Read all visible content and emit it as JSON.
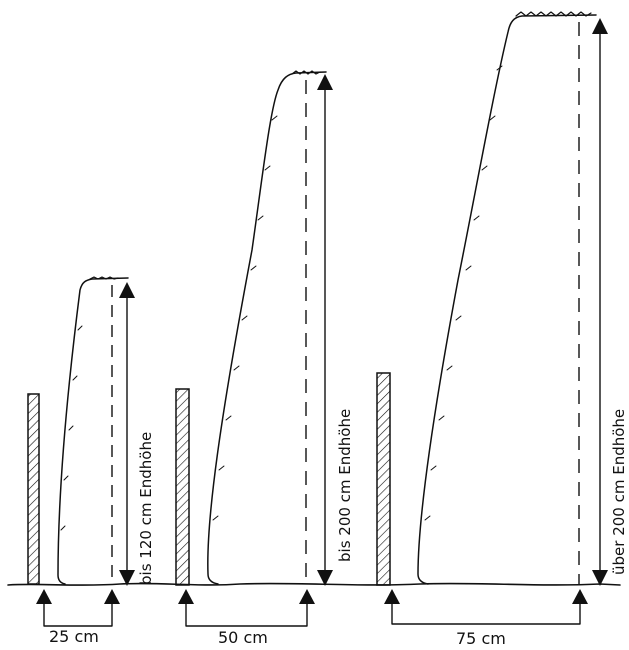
{
  "diagrams": [
    {
      "width_label": "25 cm",
      "height_label": "bis 120 cm Endhöhe"
    },
    {
      "width_label": "50 cm",
      "height_label": "bis 200 cm Endhöhe"
    },
    {
      "width_label": "75 cm",
      "height_label": "über 200 cm Endhöhe"
    }
  ],
  "colors": {
    "ink": "#111111",
    "paper": "#ffffff"
  }
}
